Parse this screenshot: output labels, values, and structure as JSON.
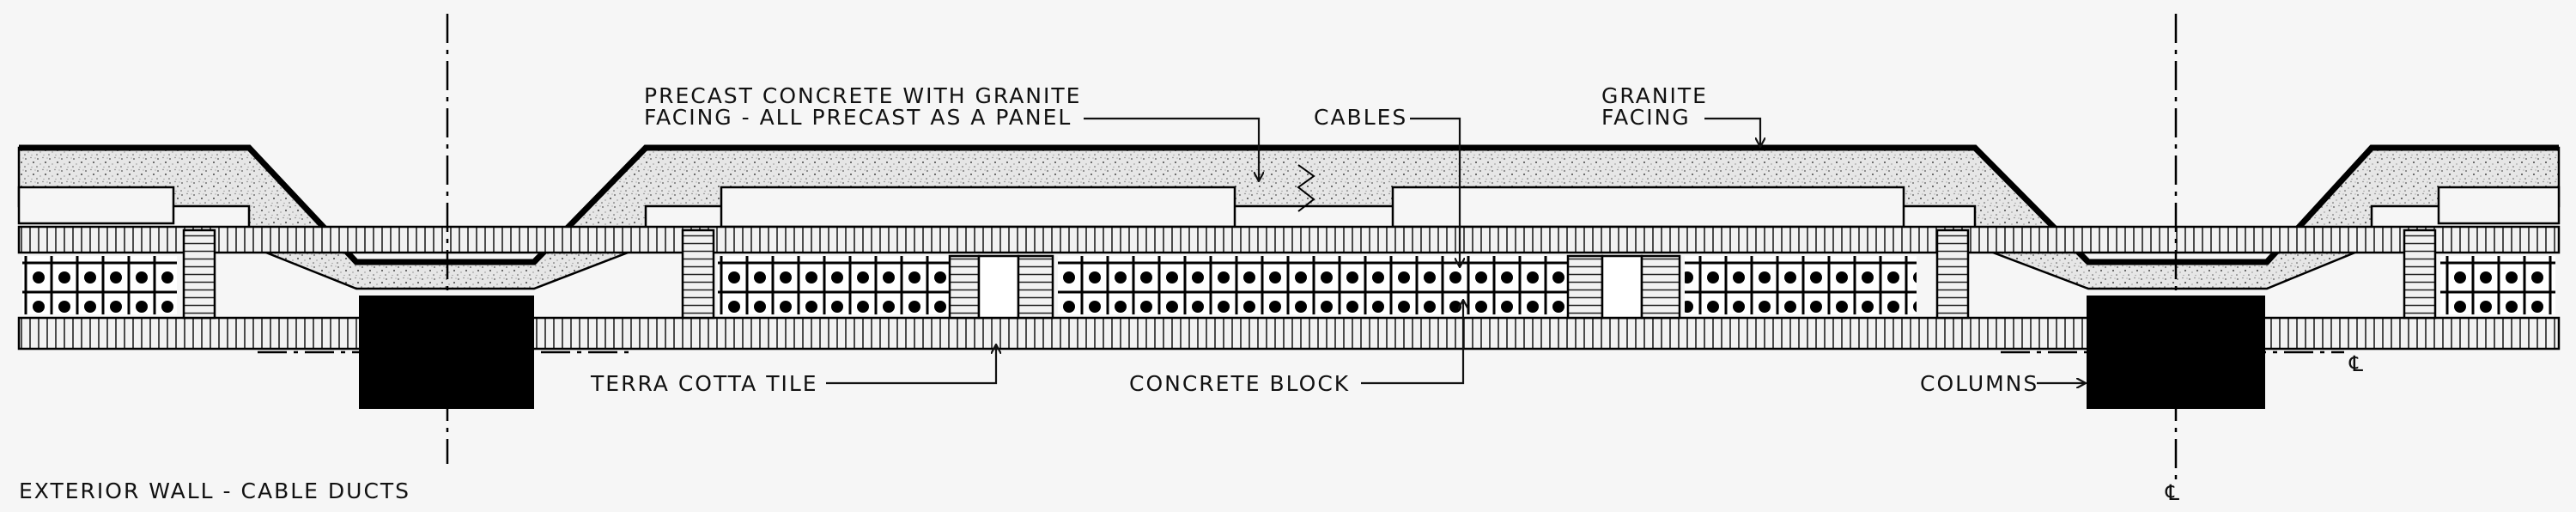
{
  "drawing": {
    "title": "EXTERIOR WALL - CABLE DUCTS",
    "callouts": {
      "precast_line1": "PRECAST CONCRETE WITH GRANITE",
      "precast_line2": "FACING - ALL PRECAST AS A PANEL",
      "cables": "CABLES",
      "granite_line1": "GRANITE",
      "granite_line2": "FACING",
      "terra_cotta": "TERRA COTTA TILE",
      "concrete_block": "CONCRETE BLOCK",
      "columns": "COLUMNS"
    },
    "centerline_mark": "℄"
  },
  "colors": {
    "ink": "#000000",
    "paper": "#f6f6f6",
    "aggregate": "#e4e4e4"
  }
}
